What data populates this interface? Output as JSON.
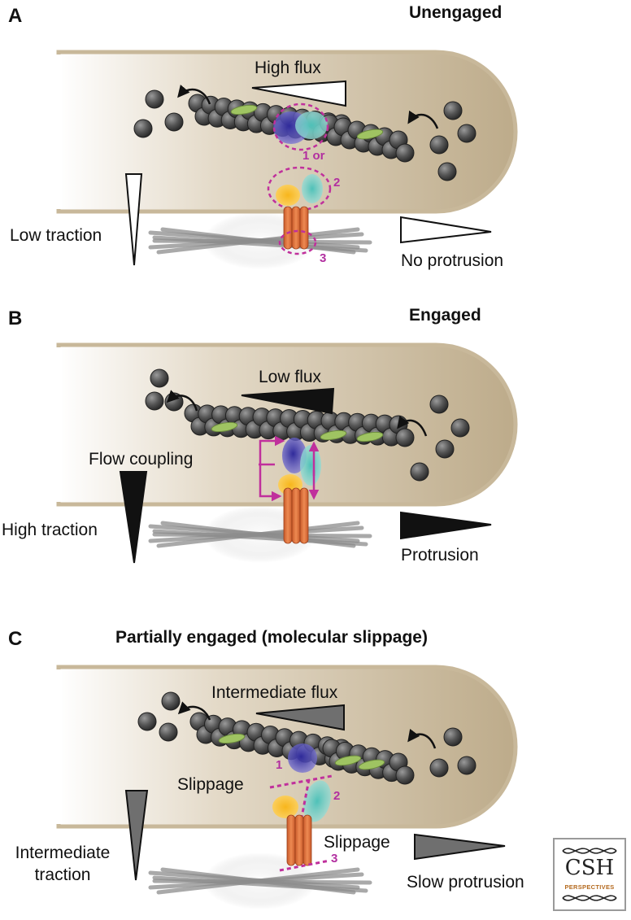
{
  "panels": [
    {
      "letter": "A",
      "title": "Unengaged",
      "flux_label": "High flux",
      "traction_label": "Low traction",
      "protrusion_label": "No protrusion",
      "site_labels": [
        "1 or",
        "2",
        "3"
      ],
      "colors": {
        "arrowheads": "#ffffff"
      }
    },
    {
      "letter": "B",
      "title": "Engaged",
      "flux_label": "Low flux",
      "coupling_label": "Flow coupling",
      "traction_label": "High traction",
      "protrusion_label": "Protrusion",
      "colors": {
        "arrowheads": "#111111"
      }
    },
    {
      "letter": "C",
      "title": "Partially engaged (molecular slippage)",
      "flux_label": "Intermediate flux",
      "slippage_label_1": "Slippage",
      "slippage_label_2": "Slippage",
      "traction_label": "Intermediate traction",
      "traction_label_lines": [
        "Intermediate",
        "traction"
      ],
      "protrusion_label": "Slow protrusion",
      "site_labels": [
        "1",
        "2",
        "3"
      ],
      "colors": {
        "arrowheads": "#6f6f6f"
      }
    }
  ],
  "logo": {
    "main": "CSH",
    "sub": "PERSPECTIVES"
  },
  "colors": {
    "cell_body": "#c8b89a",
    "actin_monomer": "#4a4a4a",
    "stabilizer": "#9fc462",
    "protein_blue": "#4b3fb0",
    "protein_teal": "#5fc8c0",
    "protein_yellow": "#f5b11d",
    "integrin": "#e0703a",
    "dashed_site": "#c0309c",
    "ecm_fiber": "#8c8c8c"
  }
}
